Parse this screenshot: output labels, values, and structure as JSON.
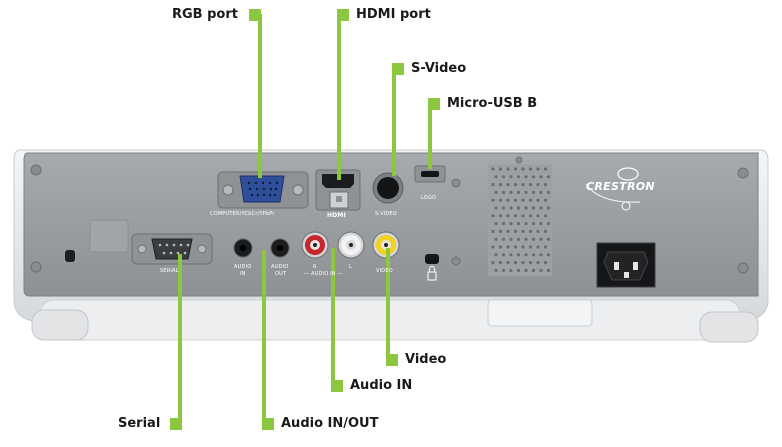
{
  "callouts": {
    "rgb_port": "RGB port",
    "hdmi_port": "HDMI port",
    "s_video": "S-Video",
    "micro_usb_b": "Micro-USB B",
    "video": "Video",
    "audio_in": "Audio IN",
    "serial": "Serial",
    "audio_in_out": "Audio IN/OUT"
  },
  "panel_labels": {
    "computer": "COMPUTER/YCbCr/YPbPr",
    "hdmi_logo": "HDMI",
    "s_video": "S-VIDEO",
    "logo": "LOGO",
    "serial": "SERIAL",
    "audio_in_1": "AUDIO",
    "audio_in_2": "IN",
    "audio_out_1": "AUDIO",
    "audio_out_2": "OUT",
    "r": "R",
    "l": "L",
    "audio_in_group": "— AUDIO IN —",
    "video": "VIDEO",
    "brand": "CRESTRON"
  },
  "colors": {
    "accent": "#8dc63f",
    "panel": "#9a9da0",
    "body": "#e6e8ea"
  }
}
